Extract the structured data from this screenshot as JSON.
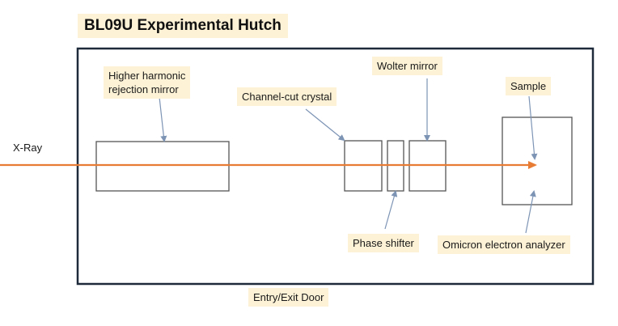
{
  "diagram": {
    "title": "BL09U Experimental Hutch",
    "beam_label": "X-Ray",
    "components": {
      "harmonic_mirror": {
        "label_line1": "Higher harmonic",
        "label_line2": "rejection mirror"
      },
      "channel_cut": {
        "label": "Channel-cut crystal"
      },
      "phase_shifter": {
        "label": "Phase shifter"
      },
      "wolter_mirror": {
        "label": "Wolter mirror"
      },
      "sample": {
        "label": "Sample"
      },
      "analyzer": {
        "label": "Omicron electron analyzer"
      }
    },
    "door_label": "Entry/Exit Door",
    "colors": {
      "beam": "#e87c35",
      "pointer": "#7d94b5",
      "outline": "#1e2a3a",
      "component": "#555555",
      "label_bg": "#fdf2d6"
    }
  }
}
